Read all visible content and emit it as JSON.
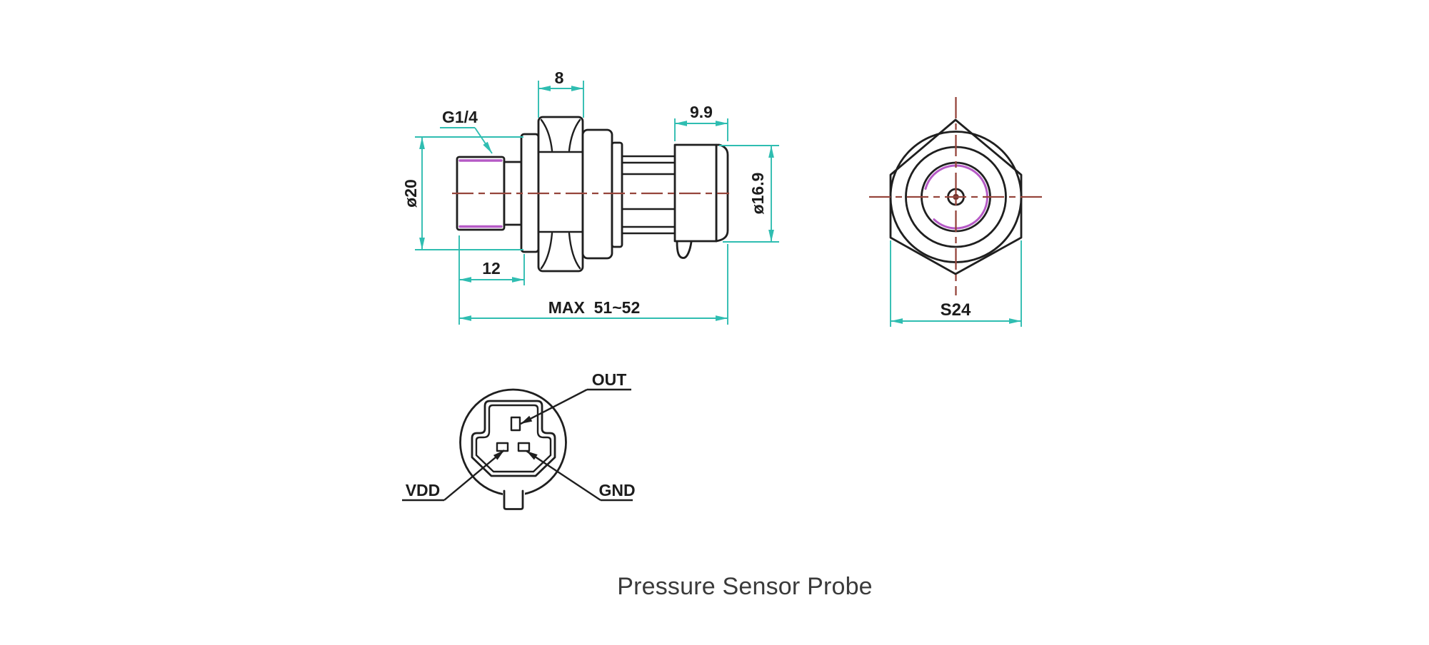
{
  "caption": "Pressure Sensor Probe",
  "side_view": {
    "dims": {
      "hex_thickness": "8",
      "thread_spec": "G1/4",
      "flange_diameter": "ø20",
      "thread_length": "12",
      "overall_length": "MAX  51~52",
      "connector_length": "9.9",
      "connector_diameter": "ø16.9"
    }
  },
  "front_view": {
    "dims": {
      "wrench_size": "S24"
    }
  },
  "pinout_view": {
    "pins": {
      "out": "OUT",
      "vdd": "VDD",
      "gnd": "GND"
    }
  },
  "colors": {
    "outline": "#1f1f1f",
    "dimension_lines": "#2fbdb1",
    "centerline": "#96453c",
    "thread_lines": "#b65ac6",
    "caption_text": "#3a3a3a",
    "background": "#ffffff"
  }
}
